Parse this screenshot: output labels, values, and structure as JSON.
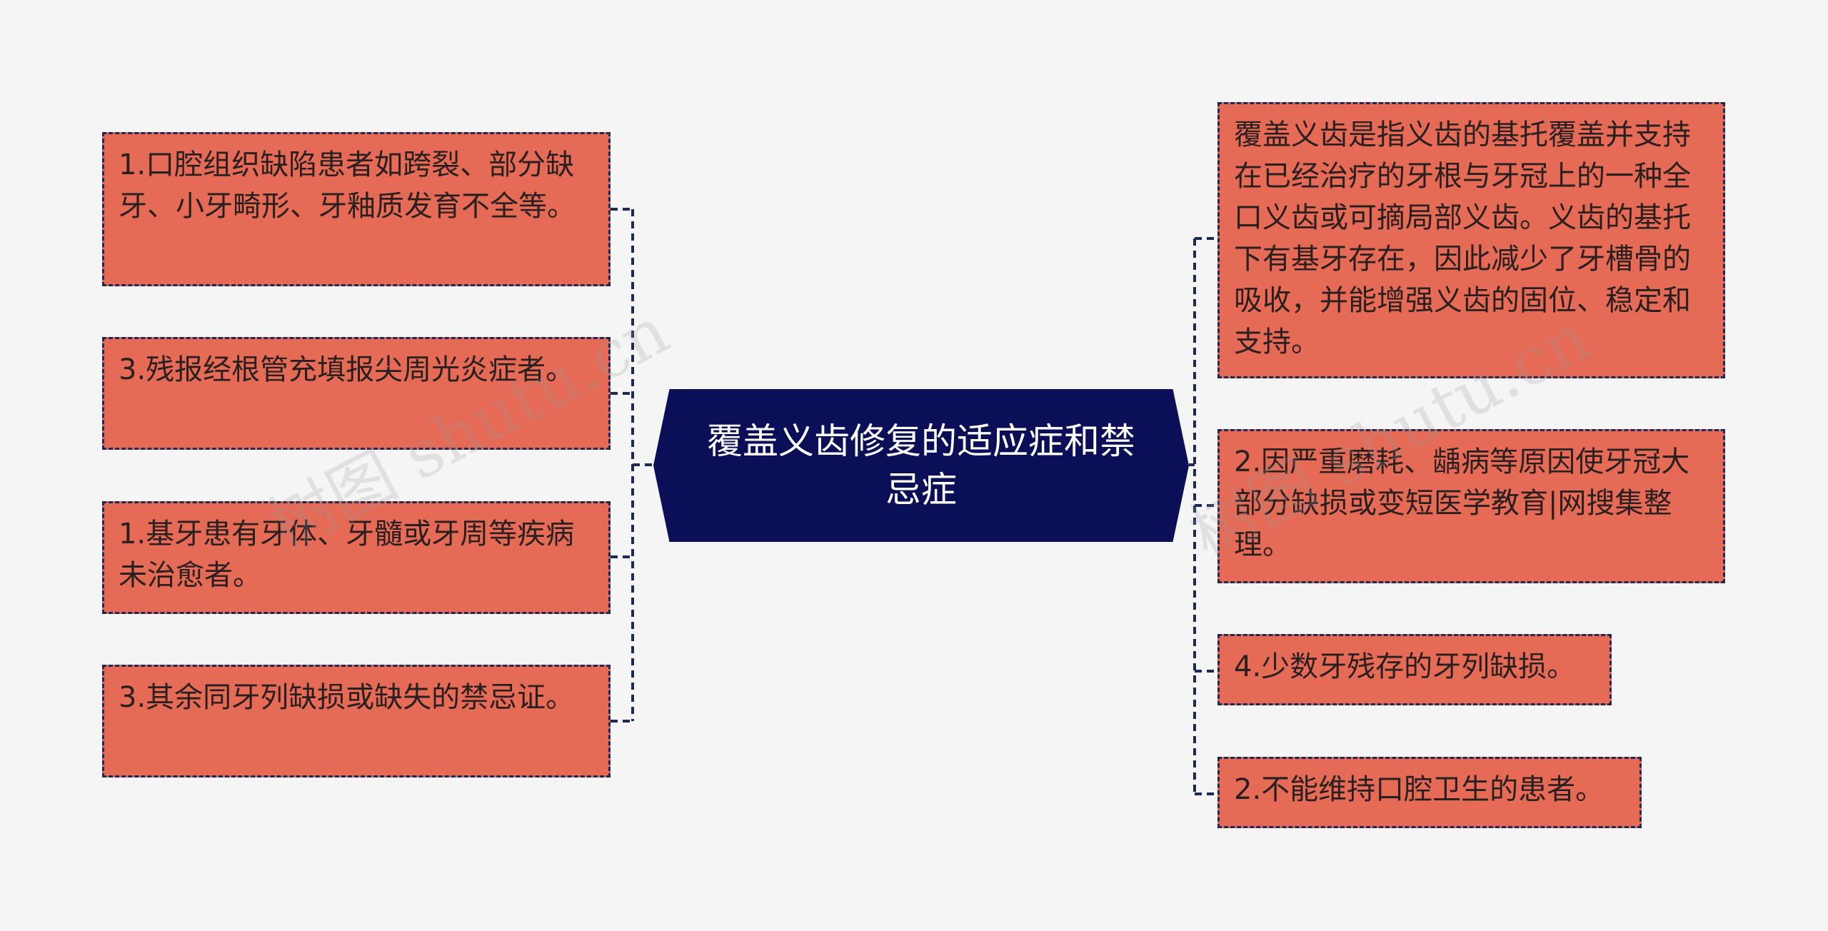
{
  "center": {
    "title": "覆盖义齿修复的适应症和禁忌症"
  },
  "left_nodes": [
    {
      "text": "1.口腔组织缺陷患者如跨裂、部分缺牙、小牙畸形、牙釉质发育不全等。"
    },
    {
      "text": "3.残报经根管充填报尖周光炎症者。"
    },
    {
      "text": "1.基牙患有牙体、牙髓或牙周等疾病未治愈者。"
    },
    {
      "text": "3.其余同牙列缺损或缺失的禁忌证。"
    }
  ],
  "right_nodes": [
    {
      "text": "覆盖义齿是指义齿的基托覆盖并支持在已经治疗的牙根与牙冠上的一种全口义齿或可摘局部义齿。义齿的基托下有基牙存在，因此减少了牙槽骨的吸收，并能增强义齿的固位、稳定和支持。"
    },
    {
      "text": "2.因严重磨耗、龋病等原因使牙冠大部分缺损或变短医学教育|网搜集整理。"
    },
    {
      "text": "4.少数牙残存的牙列缺损。"
    },
    {
      "text": "2.不能维持口腔卫生的患者。"
    }
  ],
  "watermarks": [
    {
      "text": "树图 shutu.cn"
    },
    {
      "text": "树图 shutu.cn"
    }
  ],
  "colors": {
    "background": "#f5f5f6",
    "center_fill": "#0a0f57",
    "node_fill": "#e56b57",
    "dashed_border": "#1d2a55",
    "connector": "#1d2a55"
  }
}
